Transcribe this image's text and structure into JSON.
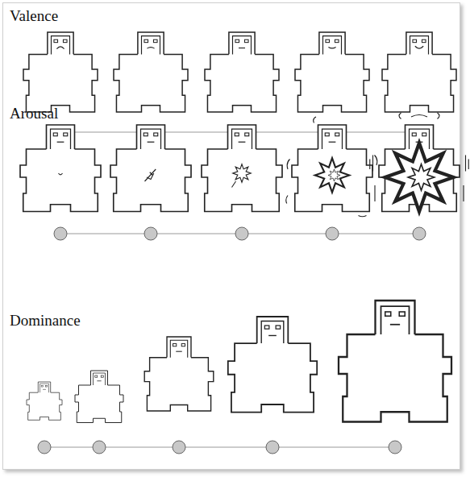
{
  "diagram": {
    "labels": [
      "Valence",
      "Arousal",
      "Dominance"
    ]
  }
}
